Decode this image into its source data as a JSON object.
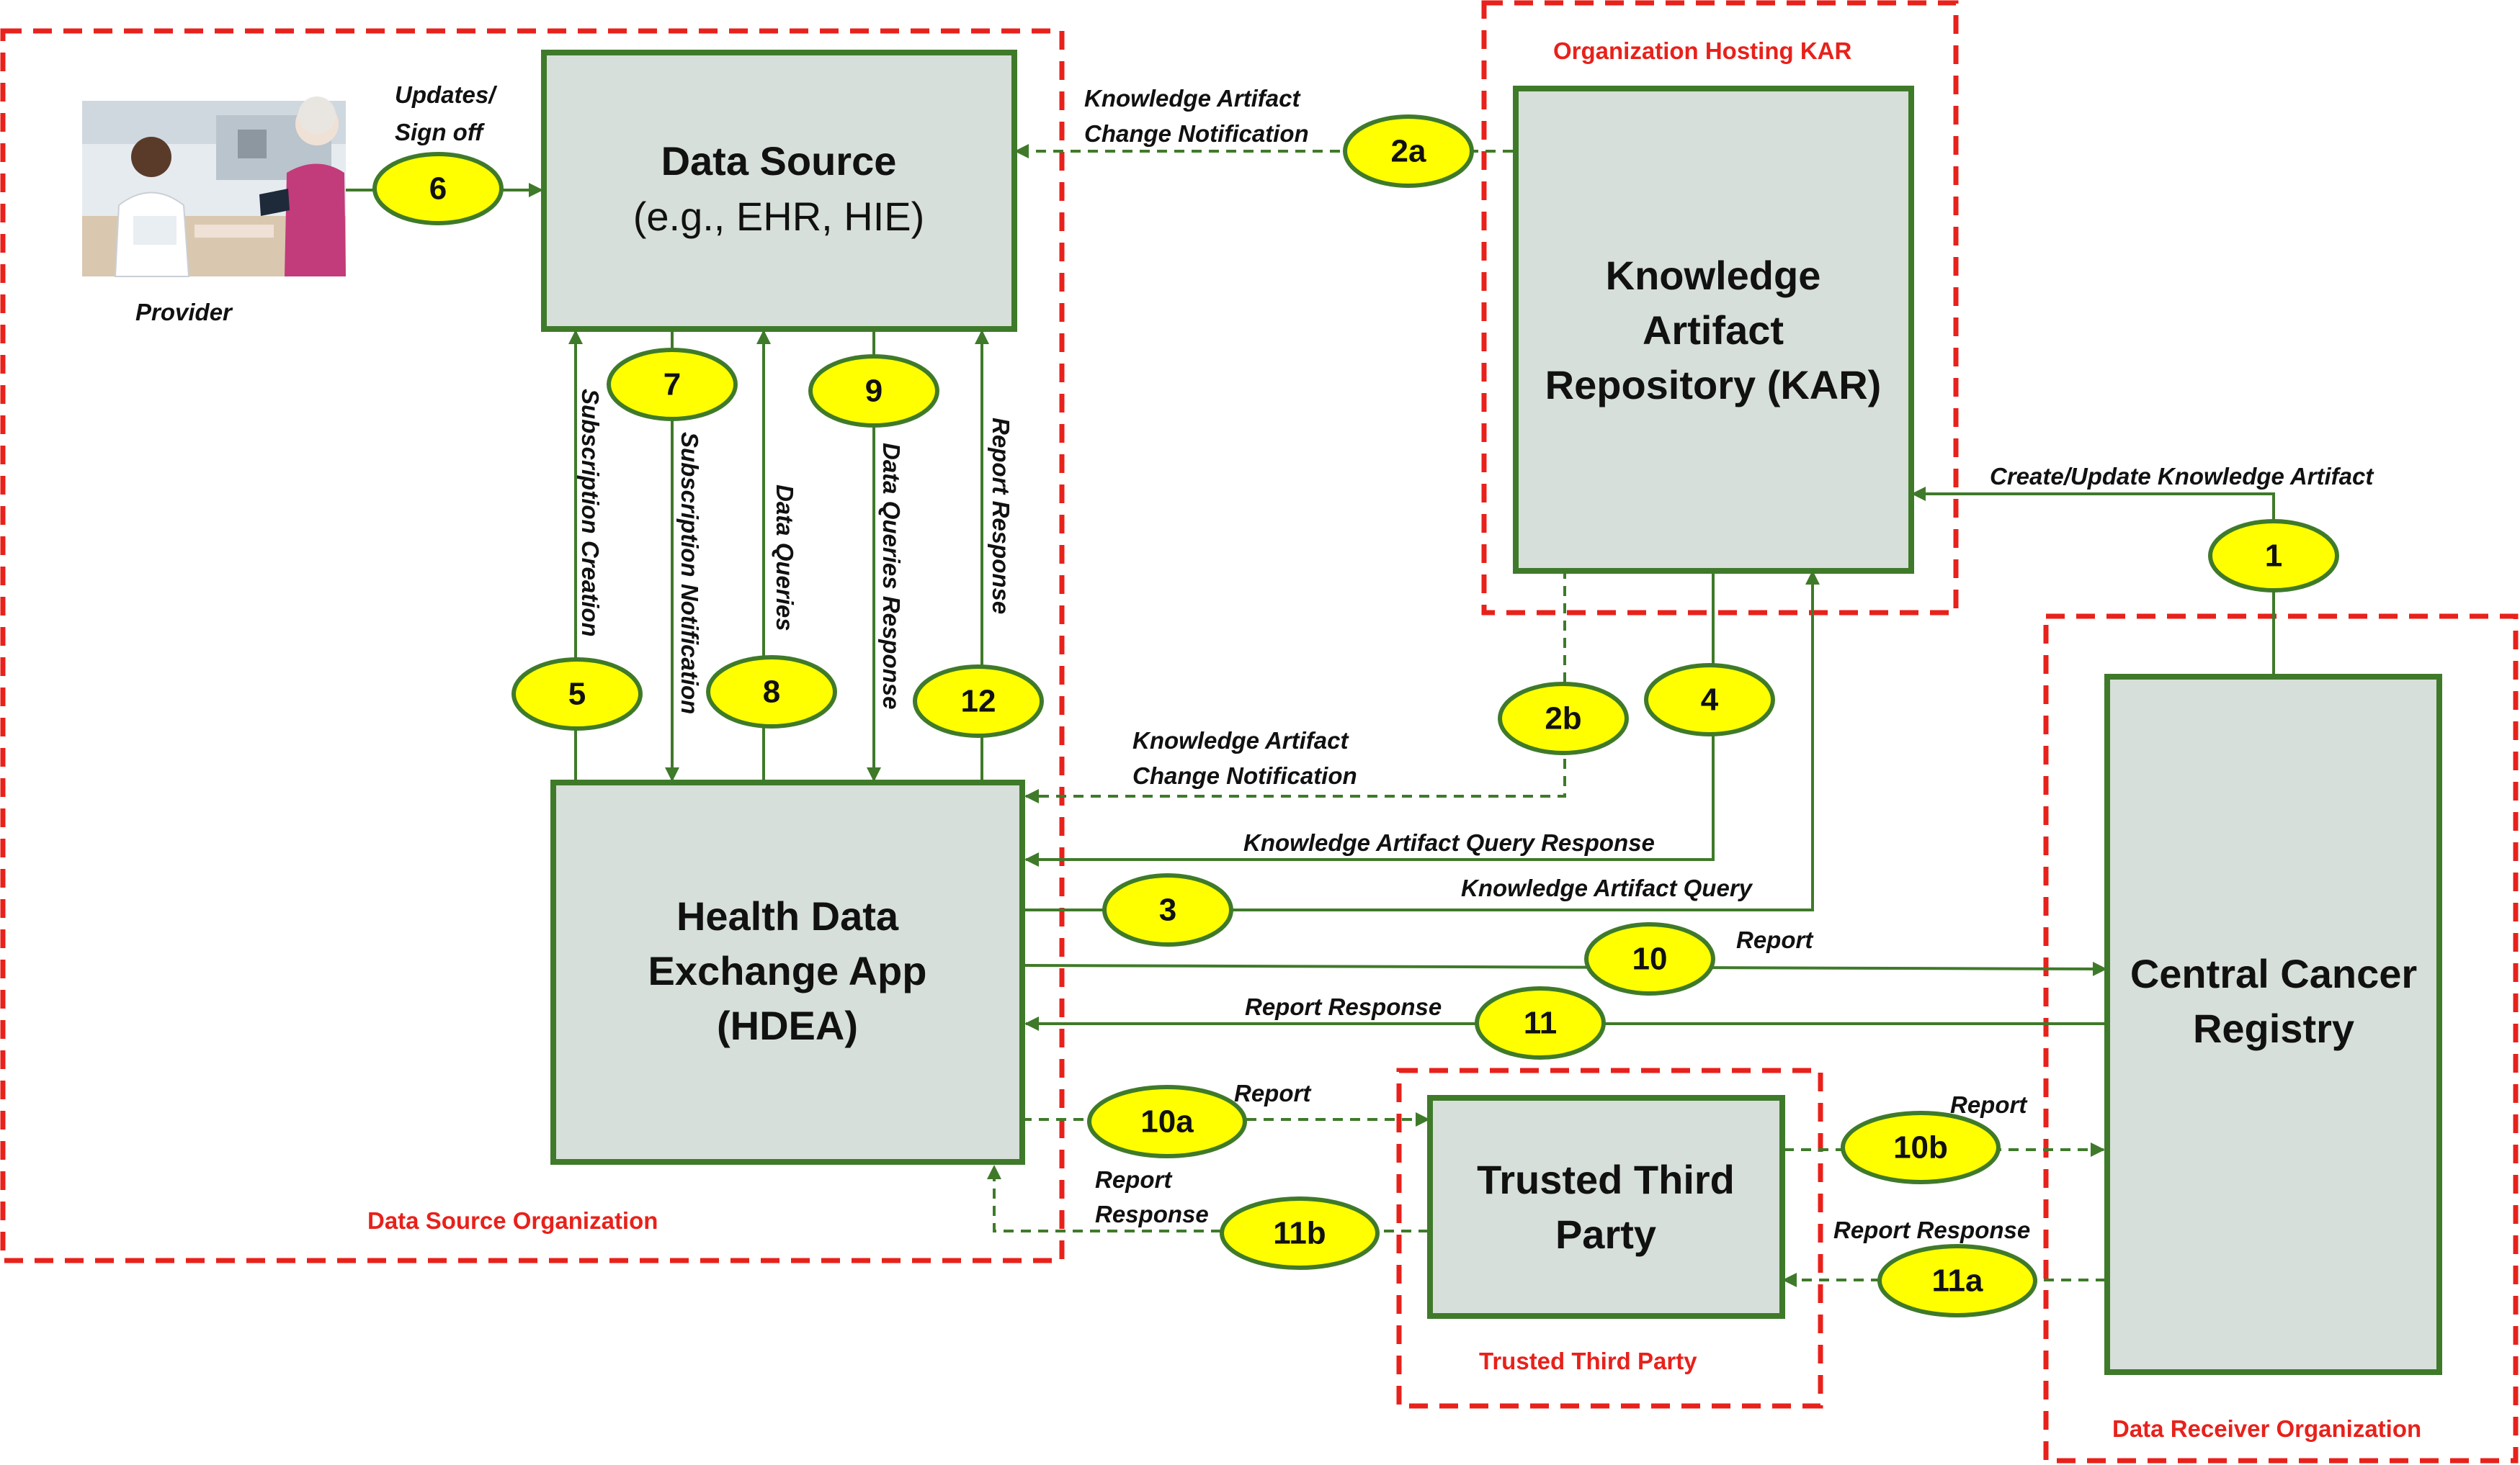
{
  "organizations": {
    "data_source_org": "Data Source Organization",
    "kar_org": "Organization Hosting KAR",
    "receiver_org": "Data Receiver Organization",
    "third_party_org": "Trusted Third Party"
  },
  "boxes": {
    "data_source": {
      "title": "Data Source",
      "subtitle": "(e.g., EHR, HIE)"
    },
    "kar": {
      "line1": "Knowledge",
      "line2": "Artifact",
      "line3": "Repository (KAR)"
    },
    "hdea": {
      "line1": "Health Data",
      "line2": "Exchange App",
      "line3": "(HDEA)"
    },
    "registry": {
      "line1": "Central Cancer",
      "line2": "Registry"
    },
    "third_party": {
      "line1": "Trusted Third",
      "line2": "Party"
    }
  },
  "provider": {
    "label": "Provider",
    "icon": "provider-photo-icon"
  },
  "steps": {
    "s1": "1",
    "s2a": "2a",
    "s2b": "2b",
    "s3": "3",
    "s4": "4",
    "s5": "5",
    "s6": "6",
    "s7": "7",
    "s8": "8",
    "s9": "9",
    "s10": "10",
    "s10a": "10a",
    "s10b": "10b",
    "s11": "11",
    "s11a": "11a",
    "s11b": "11b",
    "s12": "12"
  },
  "flows": {
    "updates_l1": "Updates/",
    "updates_l2": "Sign off",
    "ka_change_top_l1": "Knowledge Artifact",
    "ka_change_top_l2": "Change Notification",
    "create_update": "Create/Update Knowledge Artifact",
    "subscription_creation": "Subscription Creation",
    "subscription_notification": "Subscription Notification",
    "data_queries": "Data Queries",
    "data_queries_response": "Data Queries Response",
    "report_response_vertical": "Report Response",
    "ka_change_mid_l1": "Knowledge Artifact",
    "ka_change_mid_l2": "Change Notification",
    "ka_query_response": "Knowledge Artifact Query Response",
    "ka_query": "Knowledge Artifact Query",
    "report_10": "Report",
    "report_response_11": "Report Response",
    "report_10a": "Report",
    "report_response_11b_l1": "Report",
    "report_response_11b_l2": "Response",
    "report_10b": "Report",
    "report_response_11a": "Report Response"
  },
  "colors": {
    "org_border": "#e8211b",
    "arrow": "#3f7a2a",
    "box_fill": "#d6dfd9",
    "badge_fill": "#ffff00"
  }
}
